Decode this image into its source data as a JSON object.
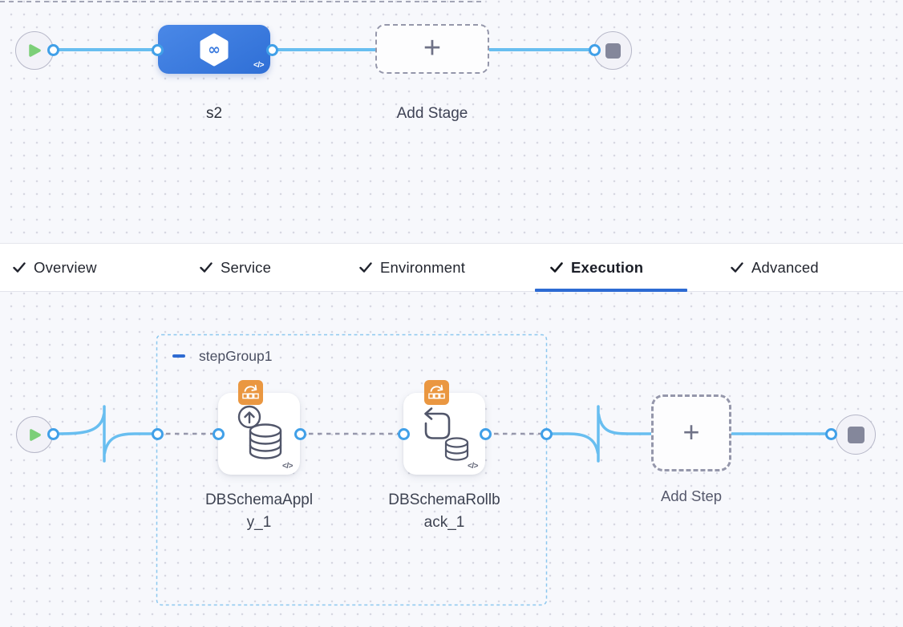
{
  "pipeline": {
    "stage": {
      "name": "s2",
      "code_icon": "</>"
    },
    "add_stage": {
      "label": "Add Stage",
      "plus": "+"
    }
  },
  "tabs": {
    "items": [
      {
        "label": "Overview",
        "checked": true,
        "active": false
      },
      {
        "label": "Service",
        "checked": true,
        "active": false
      },
      {
        "label": "Environment",
        "checked": true,
        "active": false
      },
      {
        "label": "Execution",
        "checked": true,
        "active": true
      },
      {
        "label": "Advanced",
        "checked": true,
        "active": false
      }
    ]
  },
  "execution": {
    "step_group": {
      "name": "stepGroup1"
    },
    "steps": [
      {
        "name": "DBSchemaApply_1",
        "code_icon": "</>"
      },
      {
        "name": "DBSchemaRollback_1",
        "code_icon": "</>"
      }
    ],
    "add_step": {
      "label": "Add Step",
      "plus": "+"
    }
  },
  "colors": {
    "stage_blue": "#3c7ce0",
    "link_blue": "#68bef0",
    "port_blue": "#41a0e8",
    "dashed_link_gray": "#9697ac",
    "active_tab_underline": "#2d6bd3",
    "step_group_border": "#8dc8ef",
    "badge_orange": "#ea9741"
  }
}
